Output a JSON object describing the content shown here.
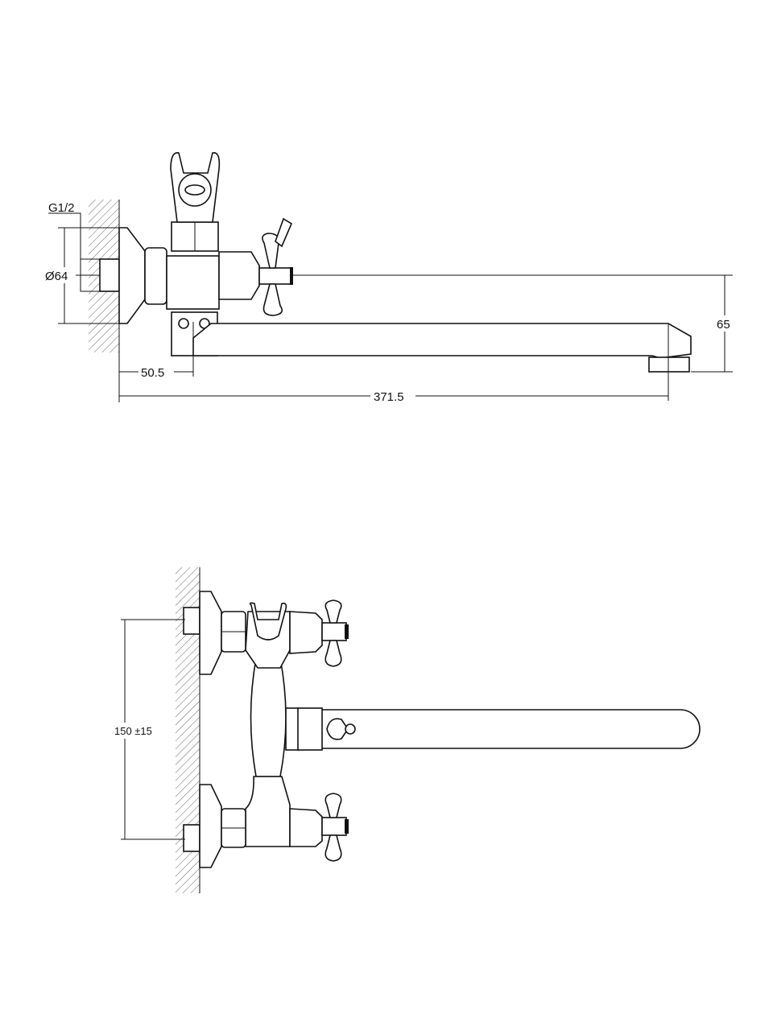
{
  "side_view": {
    "thread_label": "G1/2",
    "flange_diameter_label": "Ø64",
    "wall_offset_label": "50.5",
    "spout_length_label": "371.5",
    "spout_height_label": "65"
  },
  "top_view": {
    "inlet_spacing_label": "150 ±15"
  },
  "colors": {
    "line": "#111111",
    "background": "#ffffff"
  }
}
